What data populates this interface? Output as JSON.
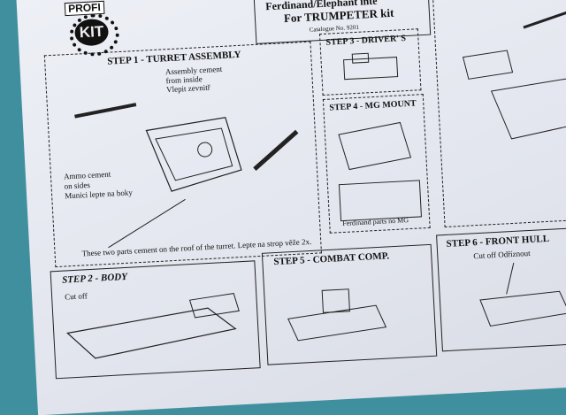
{
  "logo": {
    "top": "PROFI",
    "main": "KIT"
  },
  "title": {
    "line1": "Ferdinand/Elephant inte",
    "line2": "For TRUMPETER kit",
    "catalogue": "Catalogue No. 9201"
  },
  "step1": {
    "heading": "STEP 1 - TURRET ASSEMBLY",
    "note1": [
      "Assembly cement",
      "from inside",
      "Vlepit zevnitř"
    ],
    "note2": [
      "Ammo cement",
      "on sides",
      "Munici lepte na boky"
    ],
    "footer": "These two parts cement on the roof of the turret. Lepte na strop věže 2x."
  },
  "step2": {
    "heading": "STEP 2 - BODY",
    "note": "Cut off"
  },
  "step3": {
    "heading": "STEP 3 - DRIVER' S"
  },
  "step4": {
    "heading": "STEP 4 - MG MOUNT",
    "note": "Ferdinand parts no MG"
  },
  "step5": {
    "heading": "STEP 5 - COMBAT COMP."
  },
  "step6": {
    "heading": "STEP 6 - FRONT HULL",
    "note": "Cut off  Odříznout"
  }
}
